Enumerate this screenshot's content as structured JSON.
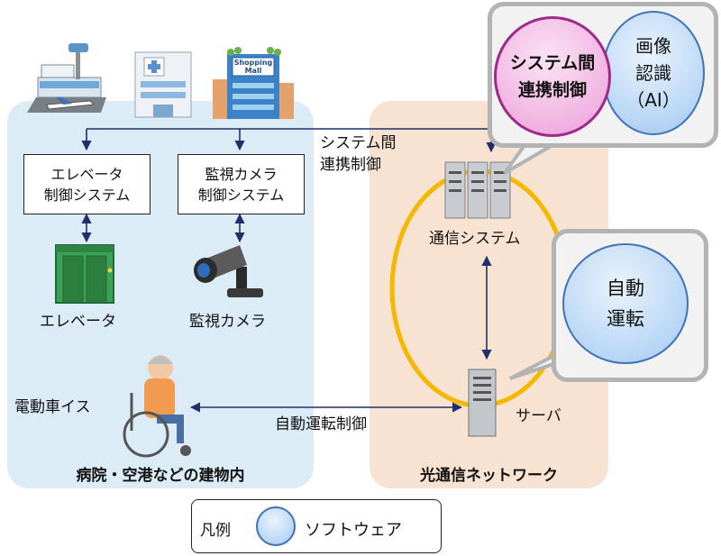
{
  "panels": {
    "building": "病院・空港などの建物内",
    "network": "光通信ネットワーク"
  },
  "systems": {
    "elevator_control": [
      "エレベータ",
      "制御システム"
    ],
    "camera_control": [
      "監視カメラ",
      "制御システム"
    ]
  },
  "devices": {
    "elevator": "エレベータ",
    "camera": "監視カメラ",
    "wheelchair": "電動車イス",
    "comm_system": "通信システム",
    "server": "サーバ"
  },
  "links": {
    "inter_system": [
      "システム間",
      "連携制御"
    ],
    "auto_driving": "自動運転制御"
  },
  "callouts": {
    "inter_system": [
      "システム間",
      "連携制御"
    ],
    "image_ai": [
      "画像",
      "認識",
      "（AI）"
    ],
    "auto_driving": [
      "自動",
      "運転"
    ]
  },
  "building_icons": {
    "shopping_sign": [
      "Shopping",
      "Mall"
    ]
  },
  "legend": {
    "title": "凡例",
    "software": "ソフトウェア"
  },
  "colors": {
    "building_panel": "#dcecf7",
    "network_panel": "#f8e2d2",
    "ring": "#f5b800",
    "arrows": "#1f2f6b",
    "software_bubble": "#b8d6f5",
    "highlight_bubble": "#f1b2e2"
  }
}
